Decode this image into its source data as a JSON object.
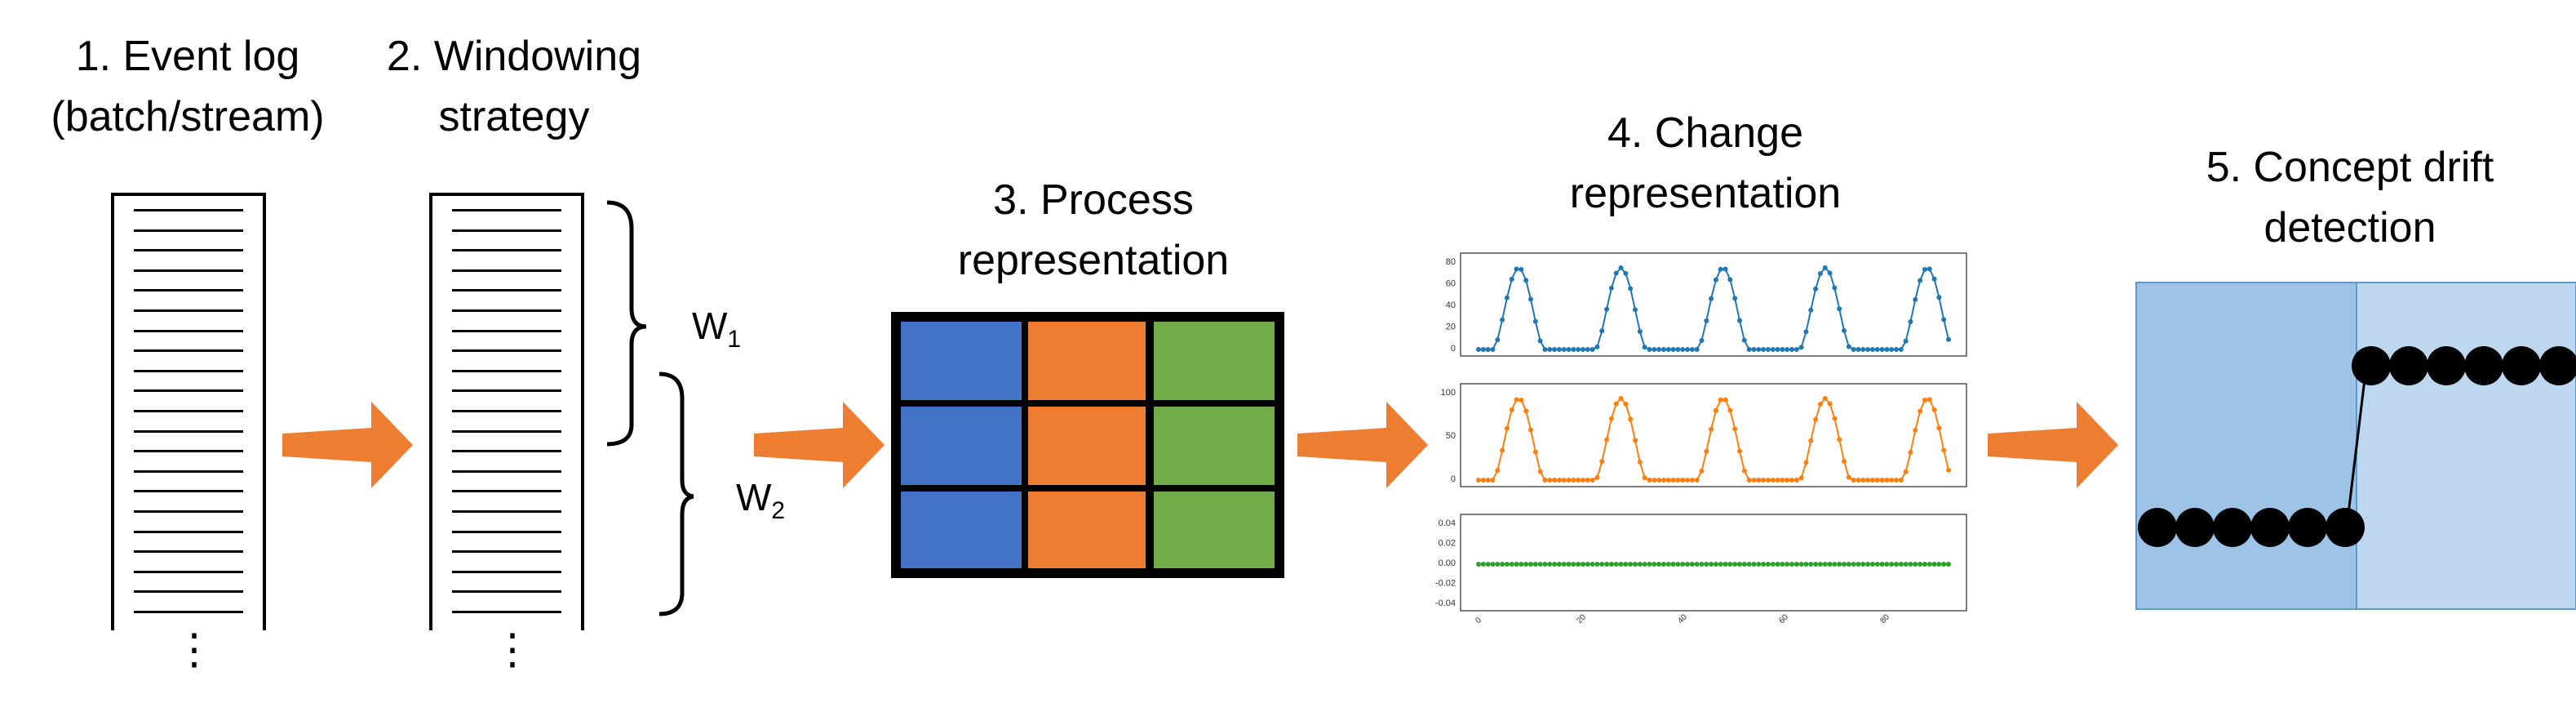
{
  "stages": [
    {
      "line1": "1. Event log",
      "line2": "(batch/stream)"
    },
    {
      "line1": "2. Windowing",
      "line2": "strategy"
    },
    {
      "line1": "3. Process",
      "line2": "representation"
    },
    {
      "line1": "4. Change",
      "line2": "representation"
    },
    {
      "line1": "5. Concept drift",
      "line2": "detection"
    }
  ],
  "ellipsis": "⋮",
  "windows": [
    {
      "letter": "W",
      "index": "1"
    },
    {
      "letter": "W",
      "index": "2"
    }
  ],
  "colors": {
    "arrow": "#ED7D31",
    "blue": "#4472C4",
    "orange": "#ED7D31",
    "green": "#70AD47",
    "series_blue": "#1F77B4",
    "series_orange": "#FF7F0E",
    "series_green": "#2CA02C",
    "drift_left": "#9DC3E6",
    "drift_right": "#BDD7EE"
  },
  "matrix_colors": [
    "blue",
    "orange",
    "green"
  ],
  "mini_charts": [
    {
      "series": "series_blue",
      "yticks": [
        "80",
        "60",
        "40",
        "20",
        "0"
      ]
    },
    {
      "series": "series_orange",
      "yticks": [
        "100",
        "50",
        "0"
      ]
    },
    {
      "series": "series_green",
      "yticks": [
        "0.04",
        "0.02",
        "0.00",
        "-0.02",
        "-0.04"
      ]
    }
  ],
  "x_ticks": [
    "0",
    "20",
    "40",
    "60",
    "80"
  ]
}
